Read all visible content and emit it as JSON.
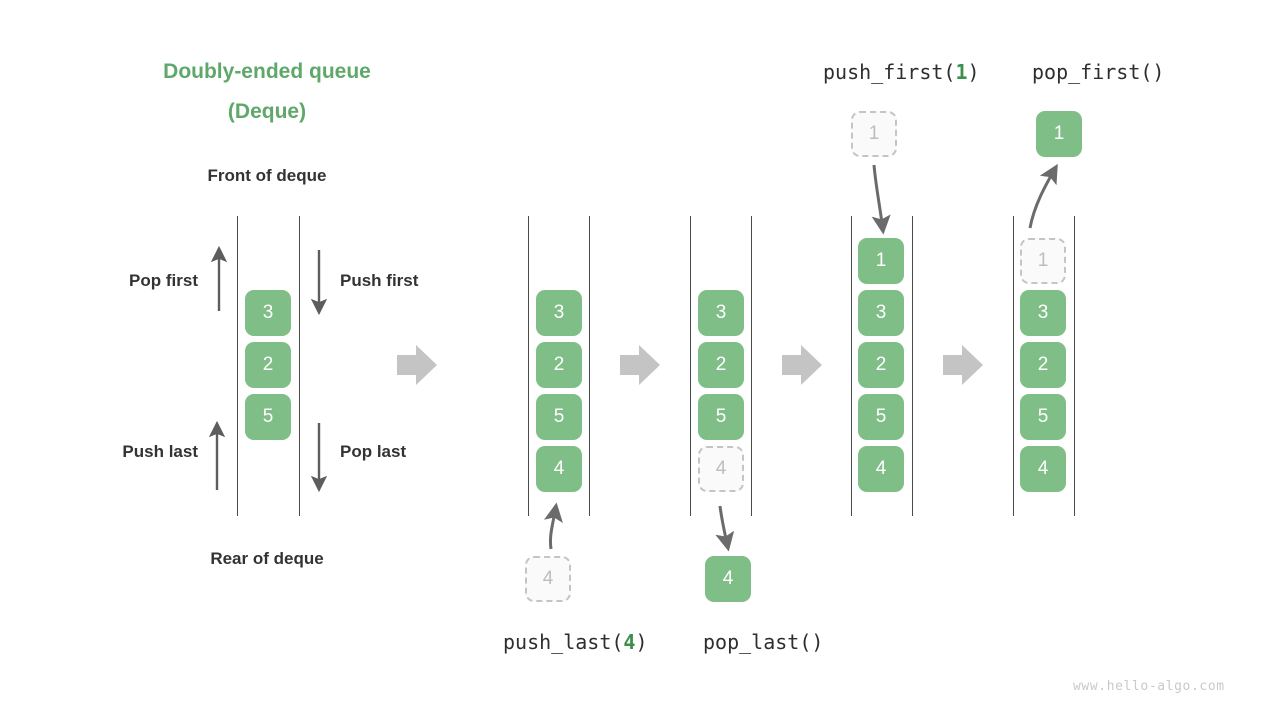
{
  "title": {
    "line1": "Doubly-ended queue",
    "line2": "(Deque)"
  },
  "labels": {
    "front": "Front of deque",
    "rear": "Rear of deque",
    "pop_first": "Pop first",
    "push_first": "Push first",
    "push_last": "Push last",
    "pop_last": "Pop last"
  },
  "operations": {
    "push_first": {
      "name": "push_first(",
      "arg": "1",
      "close": ")"
    },
    "pop_first": {
      "name": "pop_first(",
      "arg": "",
      "close": ")"
    },
    "push_last": {
      "name": "push_last(",
      "arg": "4",
      "close": ")"
    },
    "pop_last": {
      "name": "pop_last(",
      "arg": "",
      "close": ")"
    }
  },
  "colors": {
    "accent_green": "#5FA86A",
    "cell_green": "#80be88",
    "ghost_gray": "#c4c4c4",
    "rail_gray": "#4a4a4a",
    "arrow_gray": "#b7b7b7",
    "text_dark": "#333333"
  },
  "diagram": {
    "legend_stack": {
      "values": [
        "3",
        "2",
        "5"
      ]
    },
    "stacks": [
      {
        "name": "stack-initial-pushlast",
        "values": [
          "3",
          "2",
          "5",
          "4"
        ],
        "ghost_index": -1
      },
      {
        "name": "stack-poplast",
        "values": [
          "3",
          "2",
          "5",
          "4"
        ],
        "ghost_index": 3
      },
      {
        "name": "stack-pushfirst",
        "values": [
          "1",
          "3",
          "2",
          "5",
          "4"
        ],
        "ghost_index": -1
      },
      {
        "name": "stack-popfirst",
        "values": [
          "1",
          "3",
          "2",
          "5",
          "4"
        ],
        "ghost_index": 0
      }
    ],
    "floating_cells": {
      "push_last_source": {
        "value": "4",
        "ghost": true
      },
      "pop_last_result": {
        "value": "4",
        "ghost": false
      },
      "push_first_source": {
        "value": "1",
        "ghost": true
      },
      "pop_first_result": {
        "value": "1",
        "ghost": false
      }
    }
  },
  "footer": {
    "url": "www.hello-algo.com"
  }
}
